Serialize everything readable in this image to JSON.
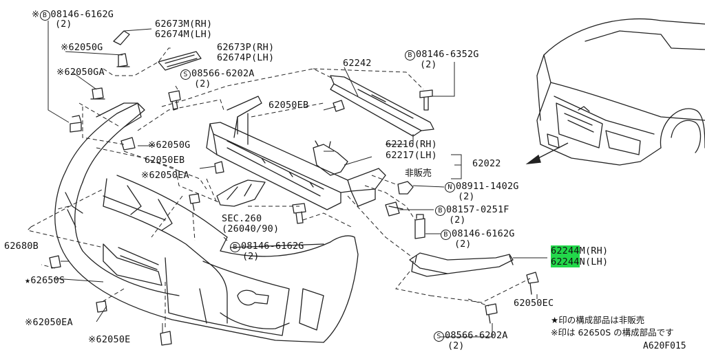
{
  "labels": {
    "l1": {
      "mark": "※",
      "circle": "B",
      "text": "08146-6162G",
      "qty": "(2)"
    },
    "l2a": {
      "text": "62673M(RH)"
    },
    "l2b": {
      "text": "62674M(LH)"
    },
    "l3": {
      "mark": "※",
      "text": "62050G"
    },
    "l4a": {
      "text": "62673P(RH)"
    },
    "l4b": {
      "text": "62674P(LH)"
    },
    "l5": {
      "mark": "※",
      "text": "62050GA"
    },
    "l6": {
      "circle": "S",
      "text": "08566-6202A",
      "qty": "(2)"
    },
    "l7": {
      "text": "62242"
    },
    "l8": {
      "circle": "B",
      "text": "08146-6352G",
      "qty": "(2)"
    },
    "l9": {
      "text": "62050EB"
    },
    "l10": {
      "mark": "※",
      "text": "62050G"
    },
    "l11": {
      "text": "62050EB"
    },
    "l12a": {
      "text": "62216(RH)"
    },
    "l12b": {
      "text": "62217(LH)"
    },
    "l13": {
      "text": "62022"
    },
    "l14": {
      "text": "非販売"
    },
    "l15": {
      "mark": "※",
      "text": "62050EA"
    },
    "l16": {
      "circle": "N",
      "text": "08911-1402G",
      "qty": "(2)"
    },
    "l17a": {
      "text": "SEC.260"
    },
    "l17b": {
      "text": "(26040/90)"
    },
    "l18": {
      "circle": "B",
      "text": "08157-0251F",
      "qty": "(2)"
    },
    "l19": {
      "circle": "B",
      "text": "08146-6162G",
      "qty": "(2)"
    },
    "l20": {
      "text": "62680B"
    },
    "l21": {
      "circle": "B",
      "text": "08146-6162G",
      "qty": "(2)"
    },
    "l22a": {
      "highlight": "62244",
      "text": "M(RH)"
    },
    "l22b": {
      "highlight": "62244",
      "text": "N(LH)"
    },
    "l23": {
      "mark": "★",
      "text": "62650S"
    },
    "l24": {
      "text": "62050EC"
    },
    "l25": {
      "mark": "※",
      "text": "62050EA"
    },
    "l26": {
      "mark": "※",
      "text": "62050E"
    },
    "l27": {
      "circle": "S",
      "text": "08566-6202A",
      "qty": "(2)"
    }
  },
  "notes": {
    "n1": "★印の構成部品は非販売",
    "n2": "※印は 62650S の構成部品です"
  },
  "diagram_code": "A620F015",
  "colors": {
    "line": "#222222",
    "highlight": "#22d84a",
    "background": "#ffffff"
  }
}
